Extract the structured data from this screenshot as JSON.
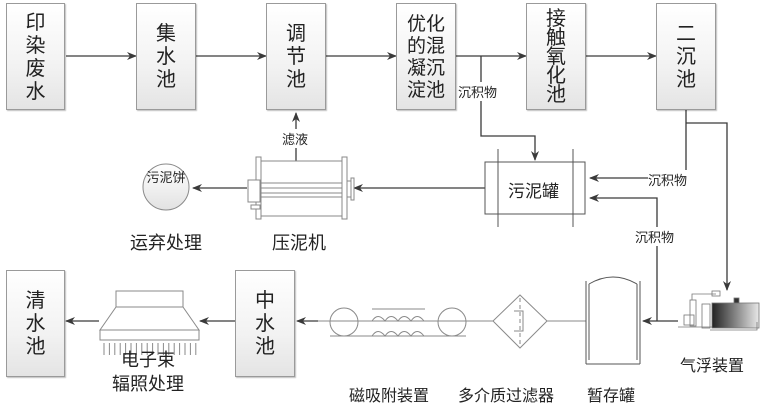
{
  "title": "印染废水处理工艺流程图",
  "top_row": [
    {
      "id": "dyeing-wastewater",
      "label": "印染废水"
    },
    {
      "id": "collection-tank",
      "label": "集水池"
    },
    {
      "id": "adjustment-tank",
      "label": "调节池"
    },
    {
      "id": "coagulation-sedimentation-tank",
      "label": "优化的混凝沉淀池"
    },
    {
      "id": "contact-oxidation-tank",
      "label": "接触氧化池"
    },
    {
      "id": "secondary-sedimentation-tank",
      "label": "二沉池"
    }
  ],
  "middle_row": {
    "sludge_tank": "污泥罐",
    "filter_press": "压泥机",
    "sludge_cake": "污泥饼",
    "disposal": "运弃处理",
    "filtrate": "滤液",
    "sediment_1": "沉积物",
    "sediment_2": "沉积物",
    "sediment_3": "沉积物"
  },
  "bottom_row": {
    "clear_water_tank": "清水池",
    "electron_beam_line1": "电子束",
    "electron_beam_line2": "辐照处理",
    "reclaimed_water_tank": "中水池",
    "magnetic_adsorption": "磁吸附装置",
    "multimedia_filter": "多介质过滤器",
    "storage_tank": "暂存罐",
    "air_flotation": "气浮装置"
  },
  "colors": {
    "line": "#3a3a3a",
    "equipment": "#8a8a8a",
    "box_border": "#9a9a9a"
  }
}
